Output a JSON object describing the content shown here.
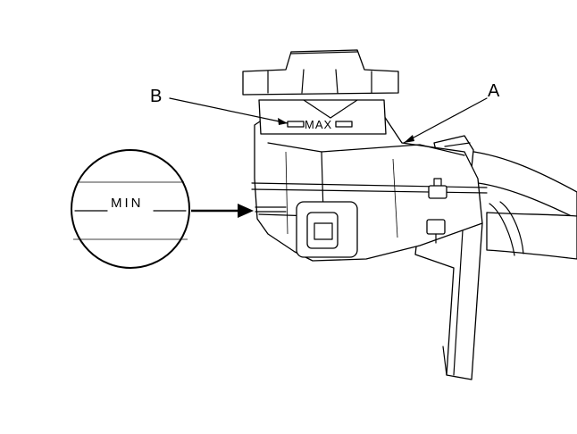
{
  "labels": {
    "a": "A",
    "b": "B",
    "max": "MAX",
    "min": "MIN"
  }
}
